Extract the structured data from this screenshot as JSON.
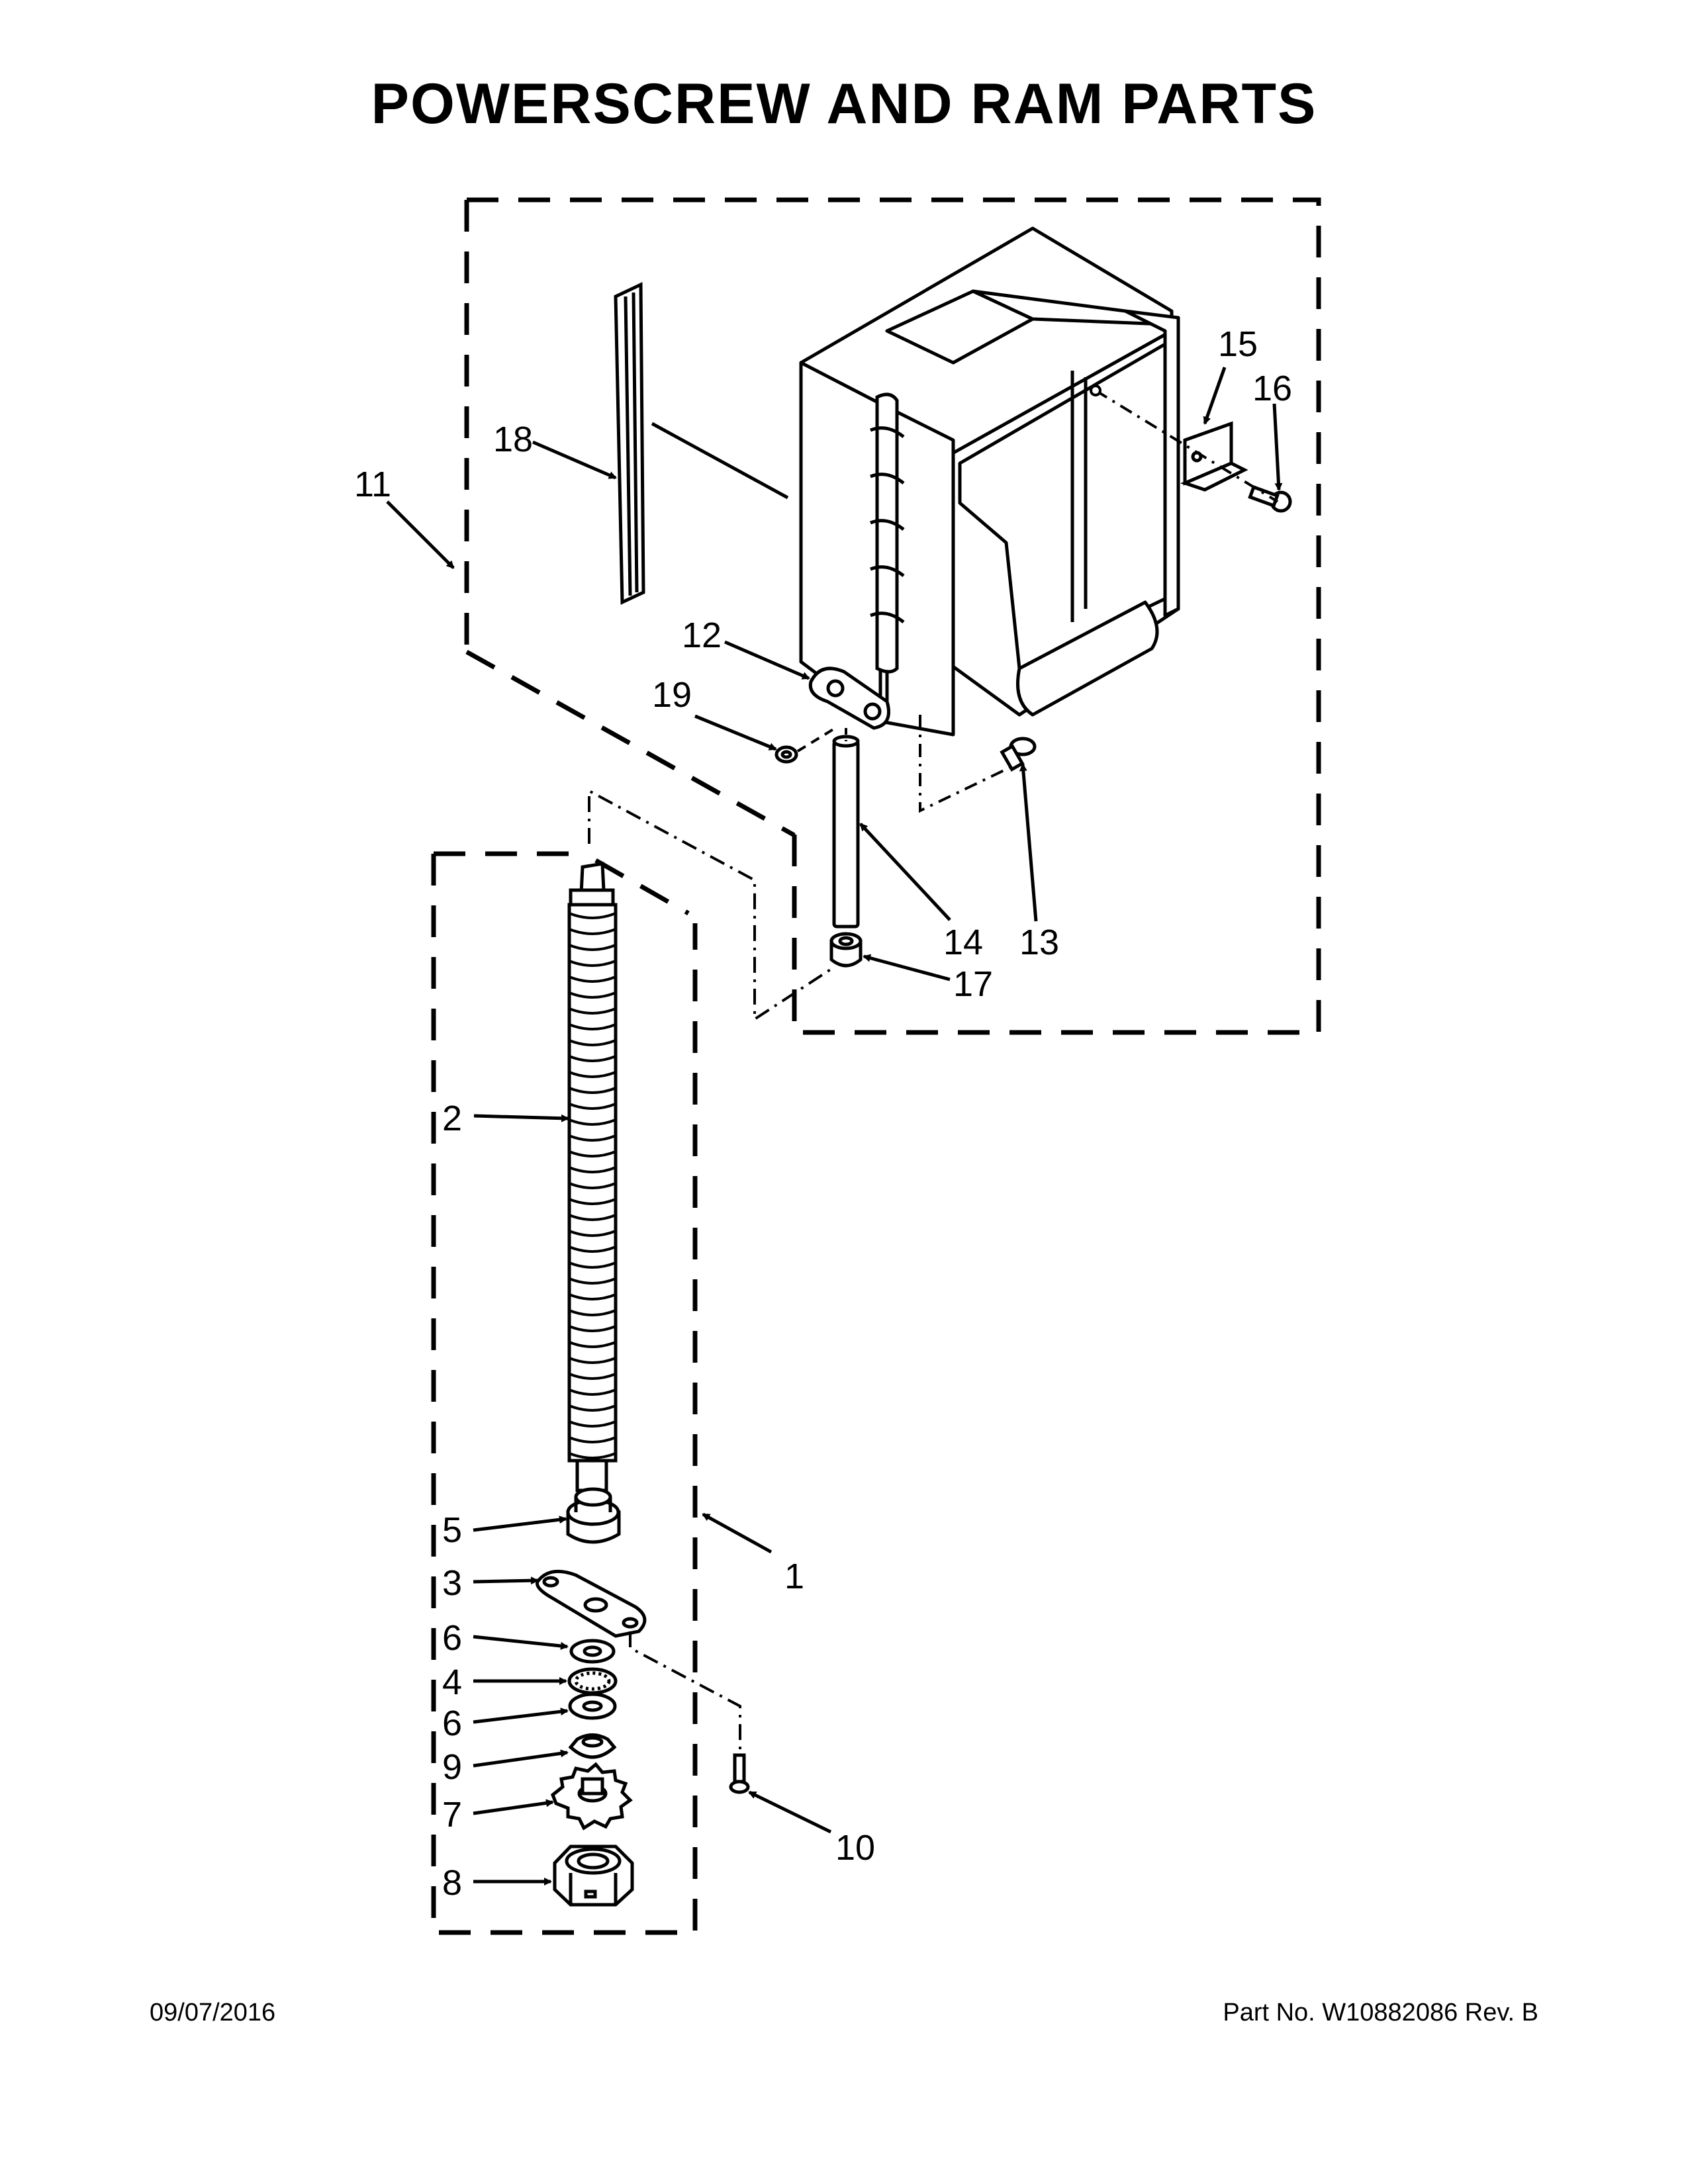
{
  "title": "POWERSCREW AND RAM PARTS",
  "footer": {
    "date": "09/07/2016",
    "part_number": "Part No.  W10882086  Rev.  B"
  },
  "callouts": [
    "1",
    "2",
    "3",
    "4",
    "5",
    "6",
    "6",
    "7",
    "8",
    "9",
    "10",
    "11",
    "12",
    "13",
    "14",
    "15",
    "16",
    "17",
    "18",
    "19"
  ]
}
